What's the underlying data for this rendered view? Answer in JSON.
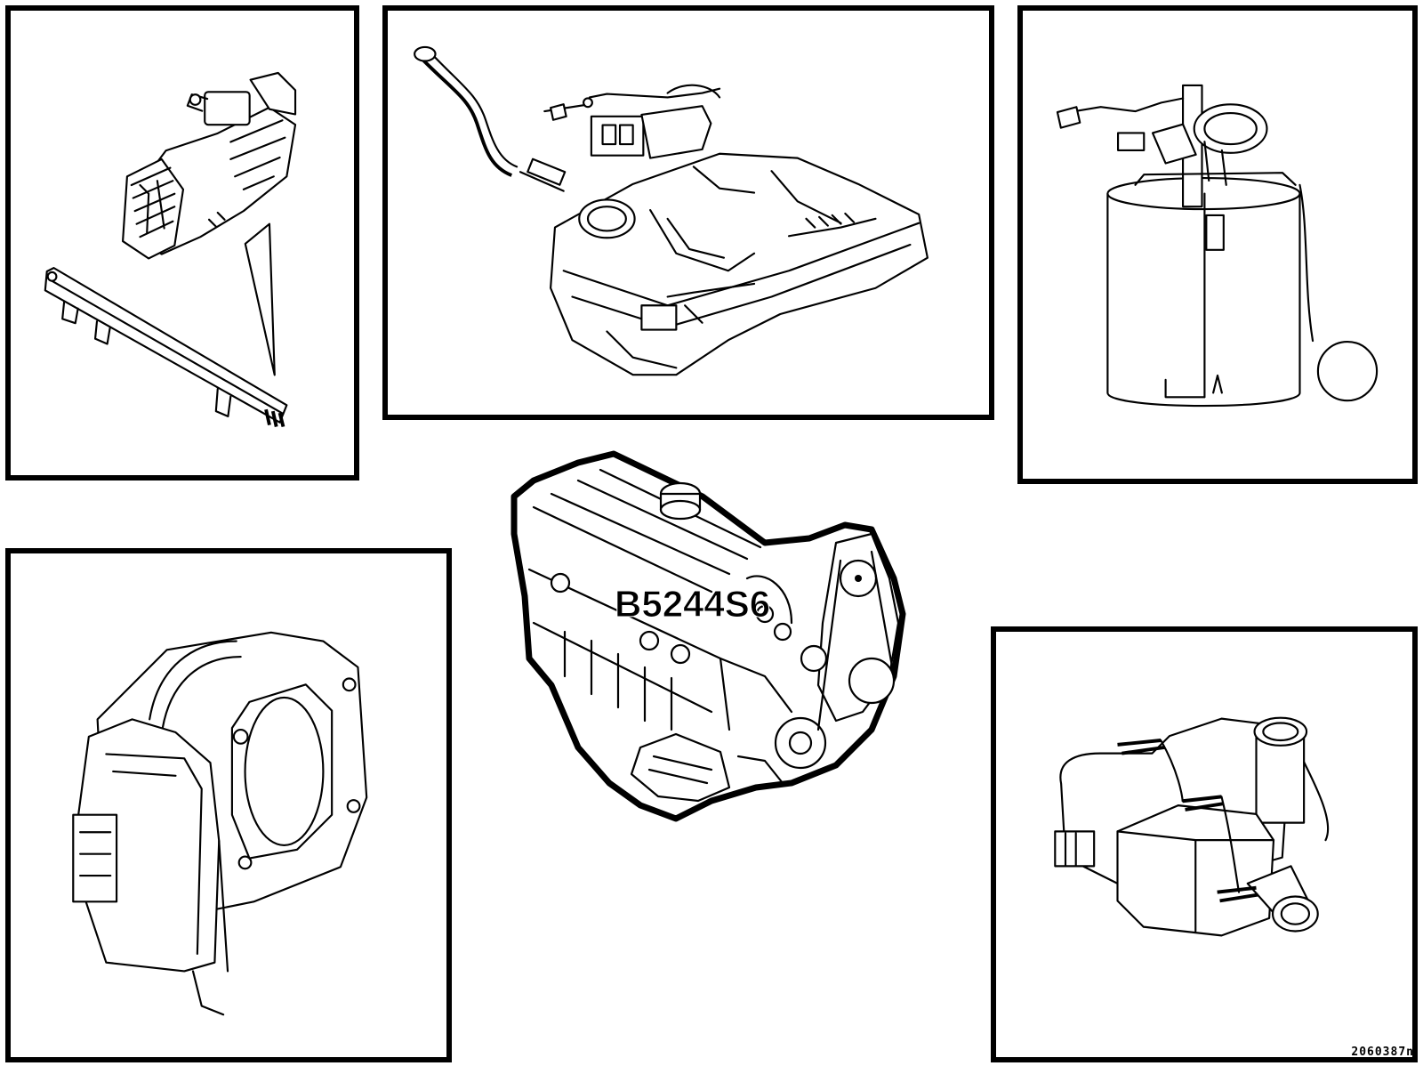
{
  "engine": {
    "code": "B5244S6"
  },
  "figure_ref": "2060387n",
  "panels": [
    {
      "id": "pressure-sensor-fuel-rail",
      "icon": "pressure-sensor-fuel-rail-illustration"
    },
    {
      "id": "evap-canister",
      "icon": "evap-canister-illustration"
    },
    {
      "id": "fuel-pump-unit",
      "icon": "fuel-pump-unit-illustration"
    },
    {
      "id": "throttle-body",
      "icon": "throttle-body-illustration"
    },
    {
      "id": "coolant-pump",
      "icon": "coolant-pump-illustration"
    },
    {
      "id": "engine",
      "icon": "engine-illustration"
    }
  ],
  "colors": {
    "line": "#000000",
    "background": "#ffffff"
  }
}
